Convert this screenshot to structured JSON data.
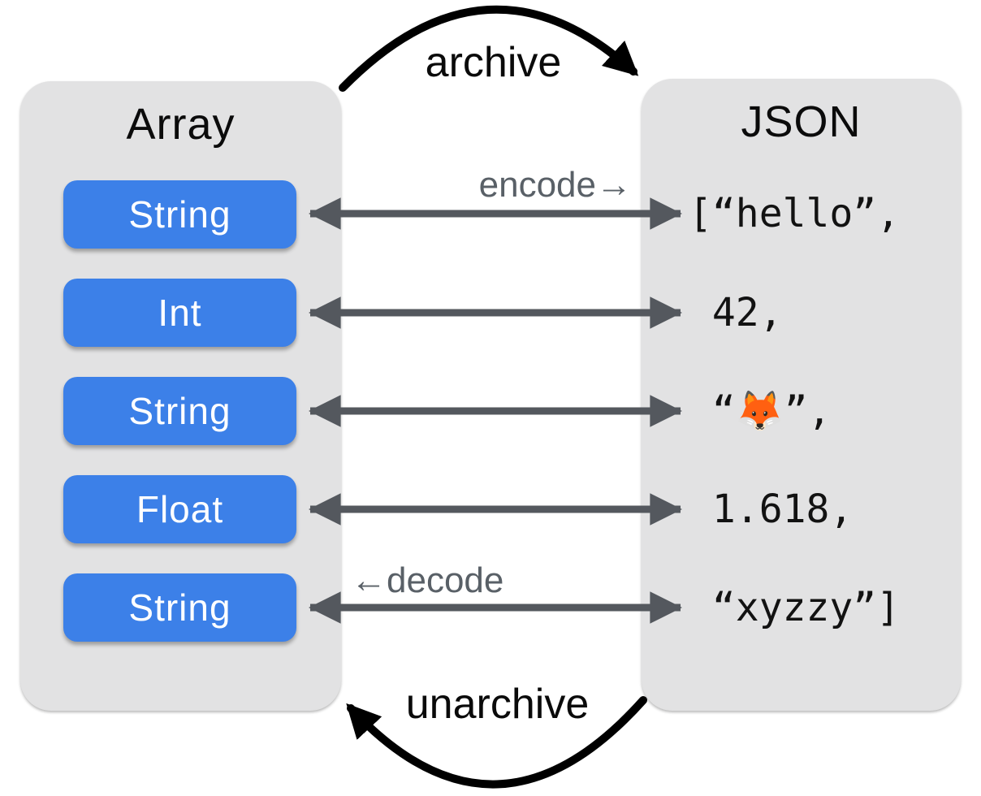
{
  "left_panel": {
    "title": "Array",
    "items": [
      "String",
      "Int",
      "String",
      "Float",
      "String"
    ]
  },
  "right_panel": {
    "title": "JSON",
    "lines": [
      "[“hello”,",
      " 42,",
      " “🦊”,",
      " 1.618,",
      " “xyzzy”]"
    ]
  },
  "labels": {
    "encode": "encode→",
    "decode": "←decode",
    "archive": "archive",
    "unarchive": "unarchive"
  },
  "colors": {
    "button_blue": "#3c80e8",
    "panel_gray": "#e2e2e3",
    "arrow_gray": "#54585e",
    "label_gray": "#596067",
    "arc_black": "#000000"
  }
}
